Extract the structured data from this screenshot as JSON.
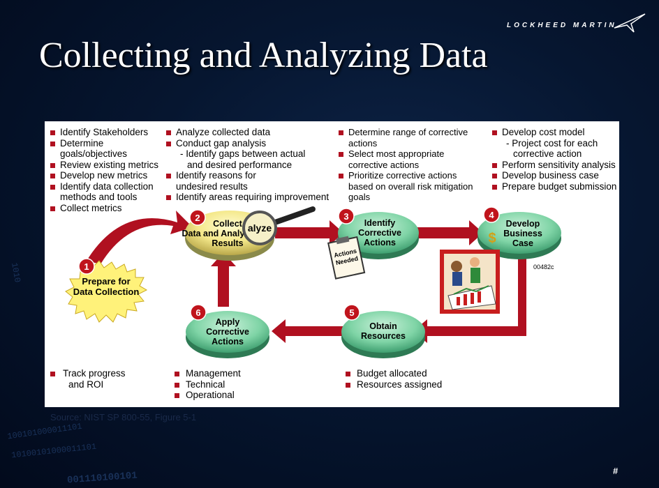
{
  "slide": {
    "title": "Collecting and Analyzing Data",
    "brand": "LOCKHEED MARTIN",
    "page_number": "#",
    "source": "Source: NIST SP 800-55, Figure 5-1"
  },
  "binary_deco": [
    "1010",
    "100101000011101",
    "10100101000011101",
    "001110100101"
  ],
  "steps": [
    {
      "num": "1",
      "label_lines": [
        "Prepare for",
        "Data Collection"
      ]
    },
    {
      "num": "2",
      "label_lines": [
        "Collect",
        "Data and Analyze",
        "Results"
      ]
    },
    {
      "num": "3",
      "label_lines": [
        "Identify",
        "Corrective",
        "Actions"
      ]
    },
    {
      "num": "4",
      "label_lines": [
        "Develop",
        "Business",
        "Case"
      ]
    },
    {
      "num": "5",
      "label_lines": [
        "Obtain",
        "Resources"
      ]
    },
    {
      "num": "6",
      "label_lines": [
        "Apply",
        "Corrective",
        "Actions"
      ]
    }
  ],
  "magnifier_text": "alyze",
  "clipboard_lines": [
    "Actions",
    "Needed"
  ],
  "image_code": "00482c",
  "bullets": {
    "step1": [
      "Identify Stakeholders",
      "Determine",
      "goals/objectives",
      "Review existing metrics",
      "Develop new metrics",
      "Identify data collection",
      "methods and tools",
      "Collect metrics"
    ],
    "step2": [
      "Analyze collected data",
      "Conduct gap analysis",
      "- Identify gaps between actual",
      "and desired performance",
      "Identify reasons for",
      "undesired results",
      "Identify areas requiring improvement"
    ],
    "step3": [
      "Determine range of corrective",
      "actions",
      "Select most appropriate",
      "corrective actions",
      "Prioritize corrective actions",
      "based on overall risk mitigation",
      "goals"
    ],
    "step4": [
      "Develop cost model",
      "- Project cost for each",
      "corrective action",
      "Perform sensitivity analysis",
      "Develop business case",
      "Prepare budget submission"
    ],
    "step1_bottom": [
      "Track progress",
      "and ROI"
    ],
    "step6_bottom": [
      "Management",
      "Technical",
      "Operational"
    ],
    "step5_bottom": [
      "Budget allocated",
      "Resources assigned"
    ]
  },
  "colors": {
    "arrow": "#b01020",
    "ellipse_fill": "#7fd4a6",
    "burst_fill": "#fff27a",
    "badge": "#c0141c"
  }
}
